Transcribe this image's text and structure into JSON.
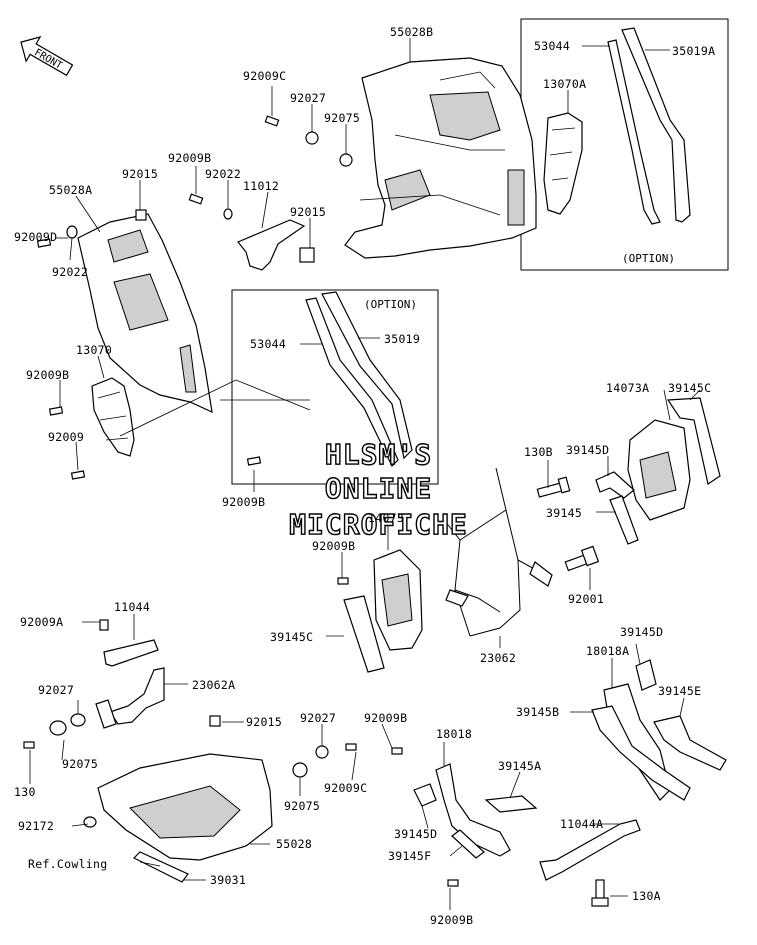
{
  "labels": {
    "p55028B": "55028B",
    "p53044_top": "53044",
    "p35019A": "35019A",
    "p13070A": "13070A",
    "p92009C_top": "92009C",
    "p92027_top": "92027",
    "p92075_top": "92075",
    "p92009B_top": "92009B",
    "p92022_mid": "92022",
    "p11012": "11012",
    "p92015_top": "92015",
    "p92015_left": "92015",
    "p55028A": "55028A",
    "p92009D": "92009D",
    "p92022_left": "92022",
    "p13070": "13070",
    "p92009B_left": "92009B",
    "p92009_left": "92009",
    "p53044_mid": "53044",
    "p35019": "35019",
    "p92009B_center": "92009B",
    "p14073A": "14073A",
    "p39145C_right": "39145C",
    "p130B": "130B",
    "p39145D_right": "39145D",
    "p39145": "39145",
    "p14073": "14073",
    "p92009B_mid": "92009B",
    "p92001": "92001",
    "p23062": "23062",
    "p39145C_mid": "39145C",
    "p92009A": "92009A",
    "p11044": "11044",
    "p23062A": "23062A",
    "p92027_low": "92027",
    "p92075_low": "92075",
    "p130": "130",
    "p92015_low": "92015",
    "p92027_low2": "92027",
    "p92009B_low": "92009B",
    "p18018": "18018",
    "p39145D_low": "39145D",
    "p18018A": "18018A",
    "p39145E": "39145E",
    "p39145B": "39145B",
    "p39145A": "39145A",
    "p92075_low2": "92075",
    "p92009C_low": "92009C",
    "p92172": "92172",
    "p55028": "55028",
    "p11044A": "11044A",
    "p39145D_bot": "39145D",
    "p39145F": "39145F",
    "p39031": "39031",
    "p130A": "130A",
    "p92009B_bot": "92009B",
    "ref_cowling": "Ref.Cowling"
  },
  "option_boxes": {
    "top_right": "(OPTION)",
    "center": "(OPTION)"
  },
  "front_arrow": "FRONT",
  "watermark": {
    "line1": "HLSM'S",
    "line2": "ONLINE",
    "line3": "MICROFICHE"
  }
}
